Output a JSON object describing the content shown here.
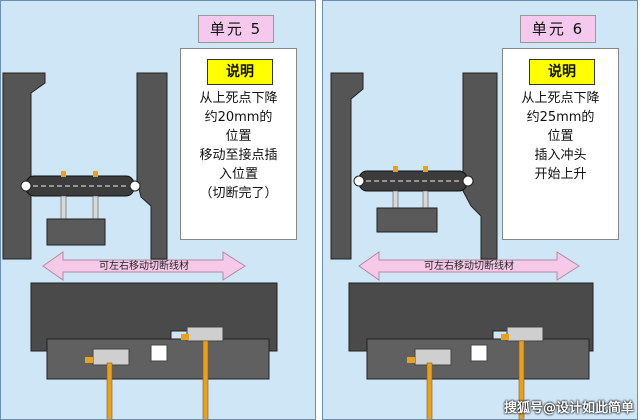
{
  "panels": [
    {
      "unit": "单元 5",
      "note_title": "说明",
      "note_lines": [
        "从上死点下降",
        "约20mm的",
        "位置",
        "移动至接点插",
        "入位置",
        "（切断完了）"
      ],
      "arrow_label": "可左右移动切断线材"
    },
    {
      "unit": "单元 6",
      "note_title": "说明",
      "note_lines": [
        "从上死点下降",
        "约25mm的",
        "位置",
        "插入冲头",
        "开始上升"
      ],
      "arrow_label": "可左右移动切断线材"
    }
  ],
  "footer": "搜狐号@设计如此简单"
}
